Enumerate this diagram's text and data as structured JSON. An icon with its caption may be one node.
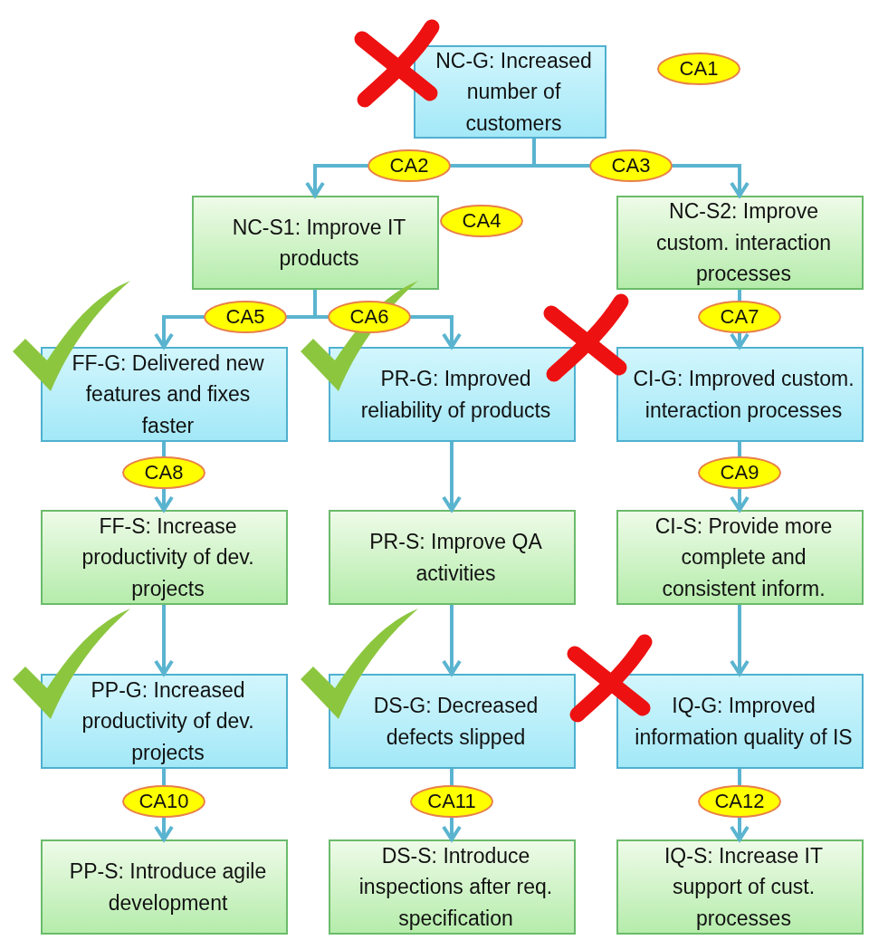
{
  "diagram": {
    "nodes": [
      {
        "text": [
          "NC-G: Increased number of customers"
        ],
        "beside": [
          "CA1"
        ]
      },
      {
        "text": [
          "NC-S1: Improve IT products"
        ],
        "beside": [
          "CA4"
        ]
      },
      {
        "text": [
          "NC-S2: Improve custom. interaction processes"
        ]
      },
      {
        "text": [
          "FF-G: Delivered new features and fixes faster"
        ]
      },
      {
        "text": [
          "PR-G: Improved reliability of products"
        ]
      },
      {
        "text": [
          "CI-G: Improved custom. interaction processes"
        ]
      },
      {
        "text": [
          "FF-S: Increase productivity of dev. projects"
        ]
      },
      {
        "text": [
          "PR-S: Improve QA activities"
        ]
      },
      {
        "text": [
          "CI-S: Provide more complete and consistent inform."
        ]
      },
      {
        "text": [
          "PP-G: Increased productivity of dev. projects"
        ]
      },
      {
        "text": [
          "DS-G: Decreased defects slipped"
        ]
      },
      {
        "text": [
          "IQ-G: Improved information quality of IS"
        ]
      },
      {
        "text": [
          "PP-S: Introduce agile development"
        ]
      },
      {
        "text": [
          "DS-S: Introduce inspections after req. specification"
        ]
      },
      {
        "text": [
          "IQ-S: Increase IT support of cust. processes"
        ]
      }
    ],
    "edges": [
      {
        "from": 0,
        "to": 1,
        "arrow": "to",
        "label": "CA2"
      },
      {
        "from": 0,
        "to": 2,
        "arrow": "to",
        "label": "CA3"
      },
      {
        "from": 1,
        "to": 3,
        "arrow": "to",
        "label": "CA5"
      },
      {
        "from": 1,
        "to": 4,
        "arrow": "to",
        "label": "CA6"
      },
      {
        "from": 2,
        "to": 5,
        "arrow": "to",
        "label": "CA7"
      },
      {
        "from": 3,
        "to": 6,
        "arrow": "to",
        "label": "CA8"
      },
      {
        "from": 4,
        "to": 7,
        "arrow": "to"
      },
      {
        "from": 5,
        "to": 8,
        "arrow": "to",
        "label": "CA9"
      },
      {
        "from": 6,
        "to": 9,
        "arrow": "to"
      },
      {
        "from": 7,
        "to": 10,
        "arrow": "to"
      },
      {
        "from": 8,
        "to": 11,
        "arrow": "to"
      },
      {
        "from": 9,
        "to": 12,
        "arrow": "to",
        "label": "CA10"
      },
      {
        "from": 10,
        "to": 13,
        "arrow": "to",
        "label": "CA11"
      },
      {
        "from": 11,
        "to": 14,
        "arrow": "to",
        "label": "CA12"
      }
    ]
  }
}
